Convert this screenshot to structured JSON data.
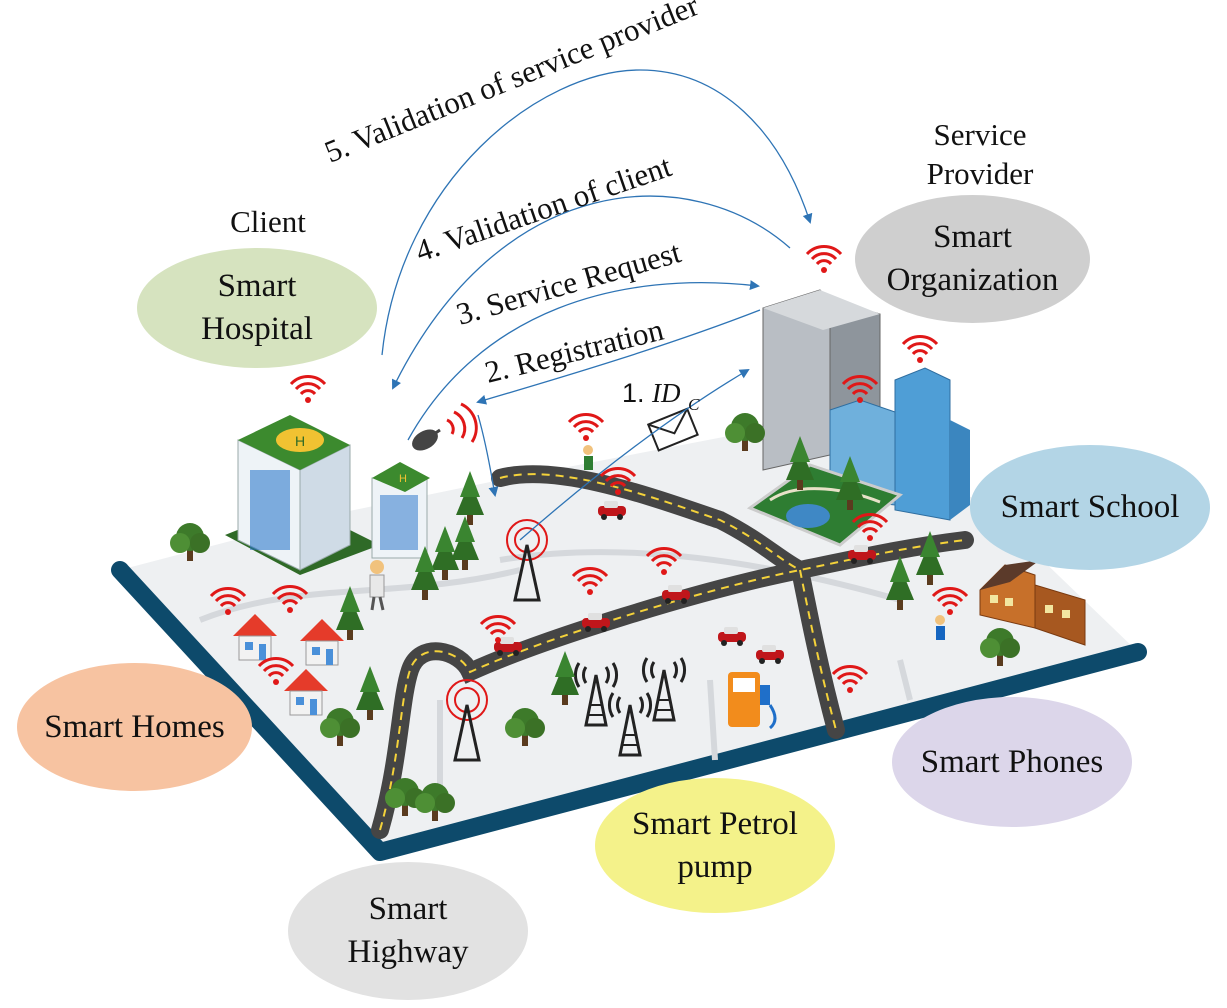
{
  "roles": {
    "client": "Client",
    "service_provider_line1": "Service",
    "service_provider_line2": "Provider"
  },
  "steps": {
    "step1_prefix": "1.",
    "step1_id": "ID",
    "step1_sub": "C",
    "step2": "2. Registration",
    "step3": "3. Service Request",
    "step4": "4. Validation of client",
    "step5": "5. Validation of service provider"
  },
  "bubbles": {
    "hospital": {
      "line1": "Smart",
      "line2": "Hospital"
    },
    "organization": {
      "line1": "Smart",
      "line2": "Organization"
    },
    "school": {
      "line1": "Smart School"
    },
    "homes": {
      "line1": "Smart Homes"
    },
    "phones": {
      "line1": "Smart Phones"
    },
    "petrol": {
      "line1": "Smart Petrol",
      "line2": "pump"
    },
    "highway": {
      "line1": "Smart",
      "line2": "Highway"
    }
  },
  "colors": {
    "hospital_bubble": "#d6e3bf",
    "organization_bubble": "#cfcfcf",
    "school_bubble": "#b3d5e6",
    "homes_bubble": "#f7c3a1",
    "phones_bubble": "#dcd6ea",
    "petrol_bubble": "#f4f28a",
    "highway_bubble": "#e2e2e2",
    "arrow": "#2e74b5",
    "road_edge": "#0d4a6b",
    "road": "#454545",
    "wifi": "#e01818"
  },
  "icons": [
    "hospital-icon",
    "clinic-icon",
    "satellite-dish-icon",
    "envelope-icon",
    "office-tower-icon",
    "glass-tower-icon",
    "park-icon",
    "school-building-icon",
    "house-icon",
    "cell-tower-icon",
    "fuel-pump-icon",
    "car-icon",
    "tree-icon",
    "person-icon",
    "wifi-icon"
  ]
}
